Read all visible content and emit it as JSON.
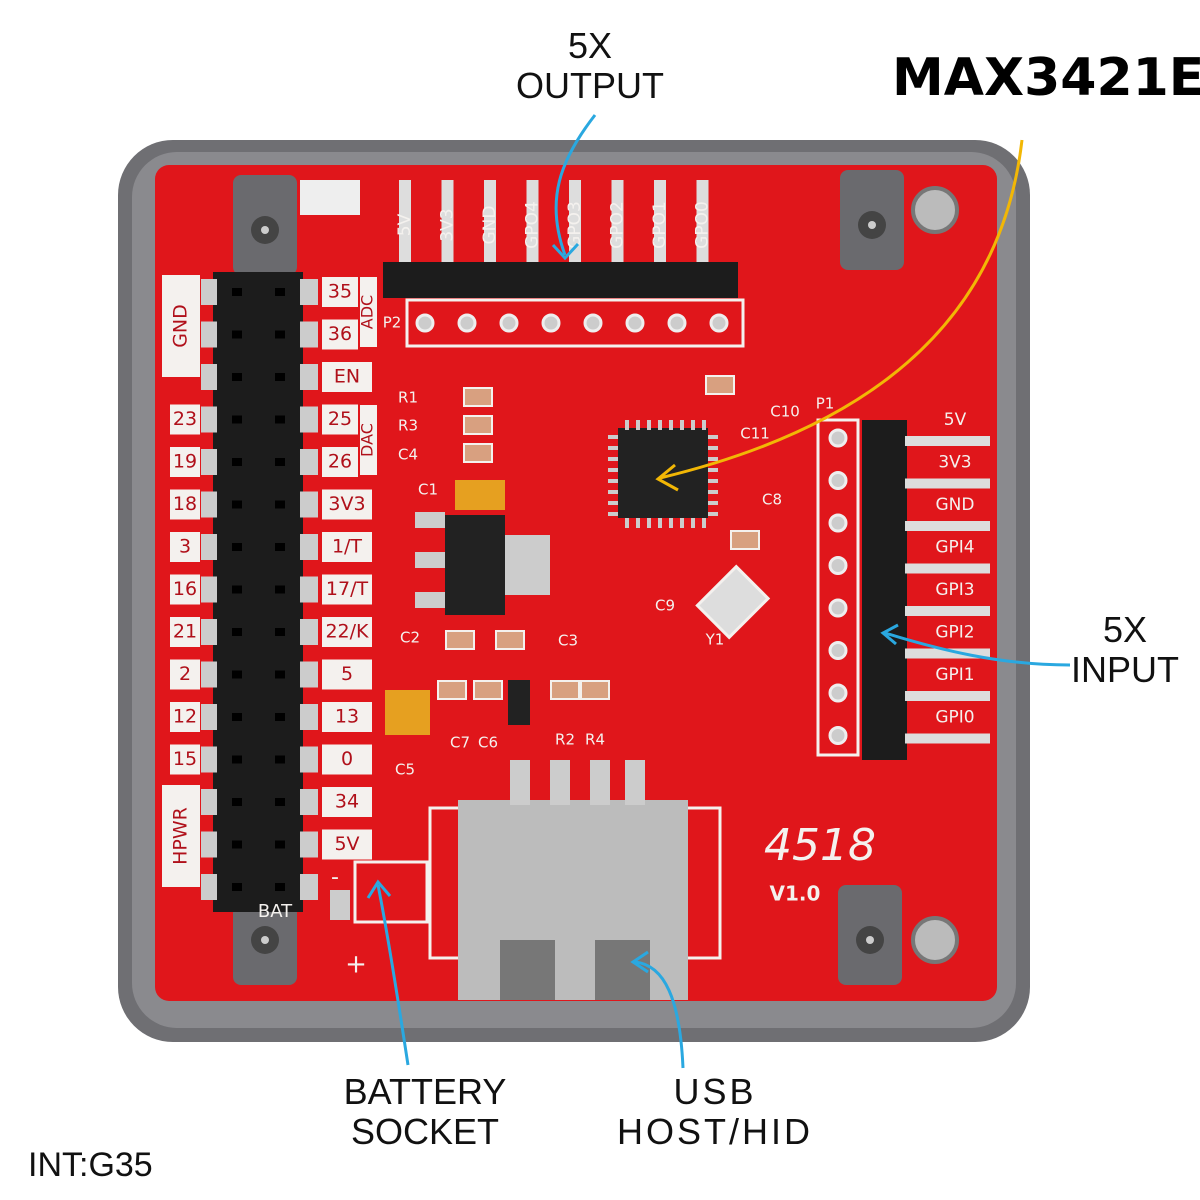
{
  "title": "MAX3421E",
  "annotations": {
    "output": [
      "5X",
      "OUTPUT"
    ],
    "input": [
      "5X",
      "INPUT"
    ],
    "battery": [
      "BATTERY",
      "SOCKET"
    ],
    "usb": [
      "USB",
      "HOST/HID"
    ],
    "int": "INT:G35"
  },
  "colors": {
    "pcb": "#e0161b",
    "case": "#6f6f73",
    "arrow_blue": "#2aa8e0",
    "arrow_yellow": "#f2b705",
    "silk": "#f4f1ee"
  },
  "board": {
    "model": "4518",
    "version": "V1.0",
    "top_header_name": "P2",
    "right_header_name": "P1",
    "top_header_pins": [
      "5V",
      "3V3",
      "GND",
      "GPO4",
      "GPO3",
      "GPO2",
      "GPO1",
      "GPO0"
    ],
    "right_header_pins": [
      "5V",
      "3V3",
      "GND",
      "GPI4",
      "GPI3",
      "GPI2",
      "GPI1",
      "GPI0"
    ],
    "left_outer_labels": [
      "23",
      "19",
      "18",
      "3",
      "16",
      "21",
      "2",
      "12",
      "15"
    ],
    "left_group_labels": [
      "GND",
      "HPWR"
    ],
    "right_pin_labels": [
      "35",
      "36",
      "EN",
      "25",
      "26",
      "3V3",
      "1/T",
      "17/T",
      "22/K",
      "5",
      "13",
      "0",
      "34",
      "5V"
    ],
    "right_group_labels": [
      "ADC",
      "DAC"
    ],
    "battery_labels": [
      "BAT",
      "+",
      "-"
    ],
    "components": [
      "R1",
      "R3",
      "C4",
      "C1",
      "C10",
      "C11",
      "C8",
      "C9",
      "Y1",
      "C2",
      "C3",
      "C7",
      "C6",
      "R2",
      "R4",
      "C5"
    ]
  }
}
